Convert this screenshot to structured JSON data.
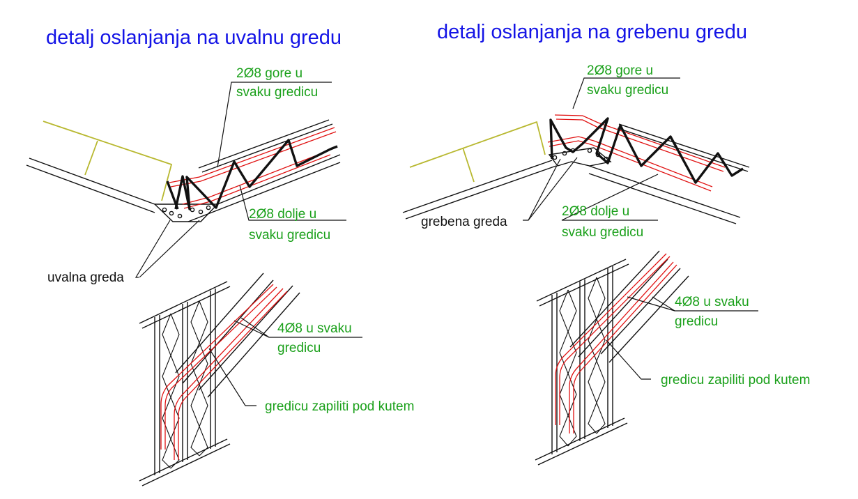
{
  "left_detail": {
    "title": "detalj oslanjanja na uvalnu gredu",
    "label_top": [
      "2Ø8 gore u",
      "svaku gredicu"
    ],
    "label_bottom": [
      "2Ø8 dolje u",
      "svaku gredicu"
    ],
    "beam_label": "uvalna greda",
    "plan_label": [
      "4Ø8 u svaku",
      "gredicu"
    ],
    "cut_label": "gredicu zapiliti pod kutem"
  },
  "right_detail": {
    "title": "detalj oslanjanja na grebenu gredu",
    "label_top": [
      "2Ø8 gore u",
      "svaku gredicu"
    ],
    "label_bottom": [
      "2Ø8 dolje u",
      "svaku gredicu"
    ],
    "beam_label": "grebena greda",
    "plan_label": [
      "4Ø8 u svaku",
      "gredicu"
    ],
    "cut_label": "gredicu zapiliti pod kutem"
  },
  "colors": {
    "title": "#1414e6",
    "annotation": "#1aa01a",
    "rebar": "#e01010",
    "slab": "#b8b830",
    "lines": "#111111"
  }
}
